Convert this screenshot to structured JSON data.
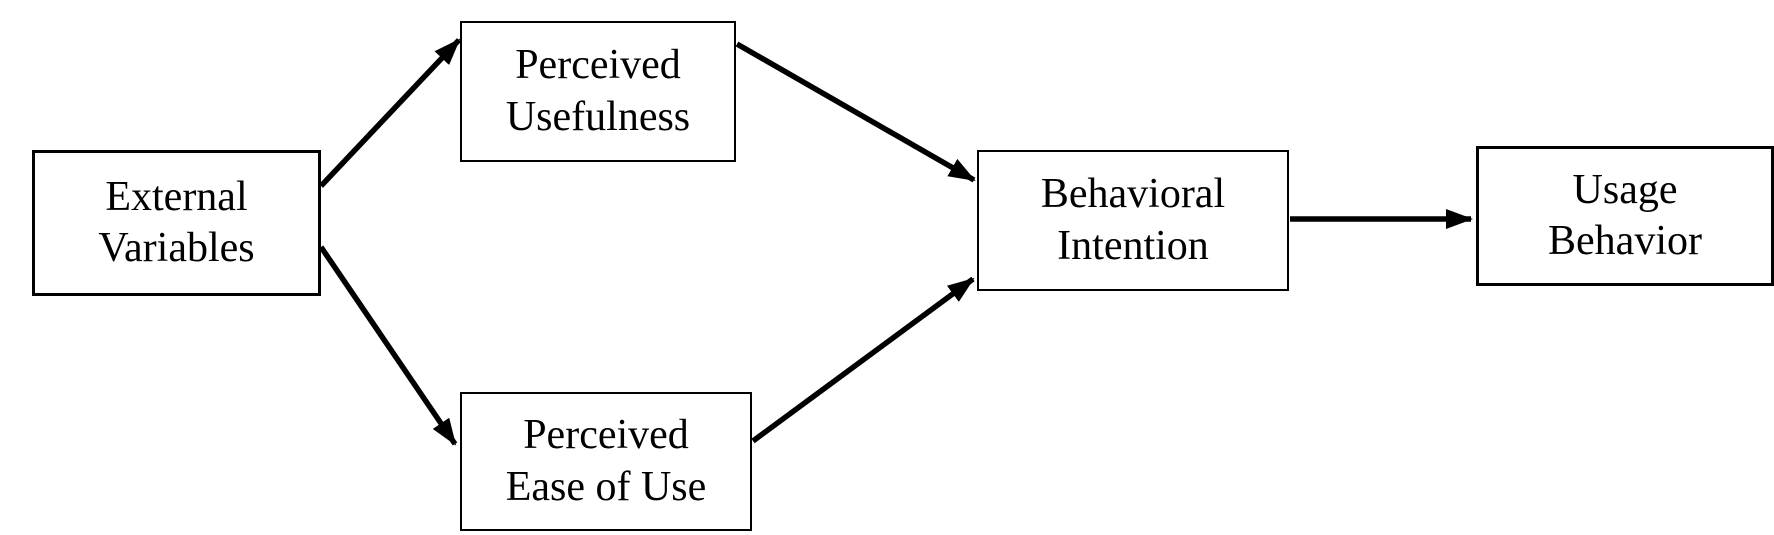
{
  "diagram": {
    "background_color": "#ffffff",
    "line_color": "#000000",
    "nodes": [
      {
        "id": "external-variables",
        "label_line1": "External",
        "label_line2": "Variables"
      },
      {
        "id": "perceived-usefulness",
        "label_line1": "Perceived",
        "label_line2": "Usefulness"
      },
      {
        "id": "perceived-ease-of-use",
        "label_line1": "Perceived",
        "label_line2": "Ease of Use"
      },
      {
        "id": "behavioral-intention",
        "label_line1": "Behavioral",
        "label_line2": "Intention"
      },
      {
        "id": "usage-behavior",
        "label_line1": "Usage",
        "label_line2": "Behavior"
      }
    ],
    "edges": [
      {
        "from": "external-variables",
        "to": "perceived-usefulness"
      },
      {
        "from": "external-variables",
        "to": "perceived-ease-of-use"
      },
      {
        "from": "perceived-usefulness",
        "to": "behavioral-intention"
      },
      {
        "from": "perceived-ease-of-use",
        "to": "behavioral-intention"
      },
      {
        "from": "behavioral-intention",
        "to": "usage-behavior"
      }
    ]
  }
}
